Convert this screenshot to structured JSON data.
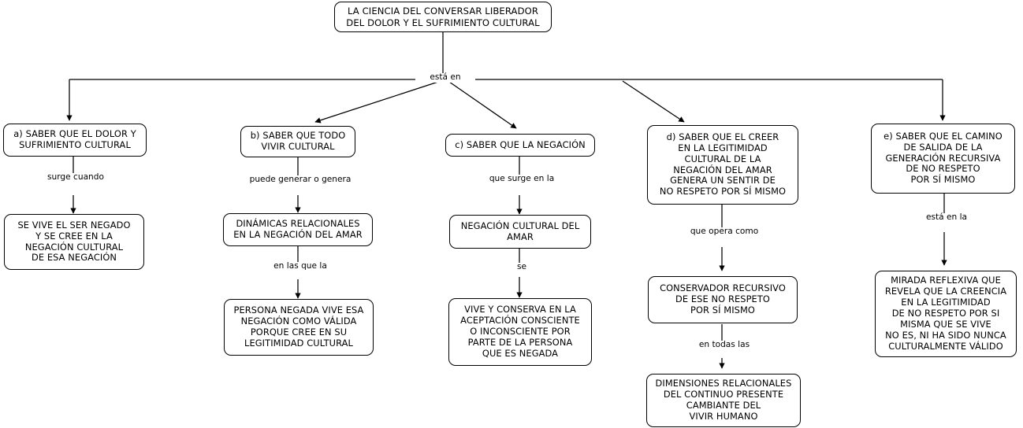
{
  "diagram": {
    "title": "LA CIENCIA DEL CONVERSAR LIBERADOR DEL DOLOR Y EL SUFRIMIENTO CULTURAL",
    "root": {
      "text": "LA CIENCIA DEL CONVERSAR LIBERADOR\nDEL DOLOR Y EL SUFRIMIENTO CULTURAL"
    },
    "root_link_label": "está en",
    "branches": [
      {
        "id": "a",
        "head": "a) SABER QUE EL DOLOR Y\nSUFRIMIENTO CULTURAL",
        "steps": [
          {
            "label": "surge cuando",
            "text": "SE VIVE EL SER NEGADO\nY SE CREE EN LA\nNEGACIÓN CULTURAL\nDE ESA NEGACIÓN"
          }
        ]
      },
      {
        "id": "b",
        "head": "b) SABER QUE TODO\nVIVIR CULTURAL",
        "steps": [
          {
            "label": "puede generar o genera",
            "text": "DINÁMICAS RELACIONALES\nEN LA NEGACIÓN DEL AMAR"
          },
          {
            "label": "en las que la",
            "text": "PERSONA NEGADA VIVE ESA\nNEGACIÓN COMO VÁLIDA\nPORQUE CREE EN SU\nLEGITIMIDAD CULTURAL"
          }
        ]
      },
      {
        "id": "c",
        "head": "c) SABER QUE LA NEGACIÓN",
        "steps": [
          {
            "label": "que surge en la",
            "text": "NEGACIÓN CULTURAL DEL\nAMAR"
          },
          {
            "label": "se",
            "text": "VIVE Y CONSERVA EN LA\nACEPTACIÓN CONSCIENTE\nO INCONSCIENTE POR\nPARTE DE LA PERSONA\nQUE ES NEGADA"
          }
        ]
      },
      {
        "id": "d",
        "head": "d) SABER QUE EL CREER\nEN LA LEGITIMIDAD\nCULTURAL DE LA\nNEGACIÓN DEL AMAR\nGENERA UN SENTIR DE\nNO RESPETO POR SÍ MISMO",
        "steps": [
          {
            "label": "que opera como",
            "text": "CONSERVADOR RECURSIVO\nDE ESE NO RESPETO\nPOR SÍ MISMO"
          },
          {
            "label": "en todas las",
            "text": "DIMENSIONES RELACIONALES\nDEL CONTINUO PRESENTE\nCAMBIANTE DEL\nVIVIR HUMANO"
          }
        ]
      },
      {
        "id": "e",
        "head": "e) SABER QUE EL CAMINO\nDE SALIDA DE LA\nGENERACIÓN RECURSIVA\nDE NO RESPETO\nPOR SÍ MISMO",
        "steps": [
          {
            "label": "está en la",
            "text": "MIRADA REFLEXIVA QUE\nREVELA QUE LA CREENCIA\nEN LA LEGITIMIDAD\nDE NO RESPETO POR SI\nMISMA QUE SE VIVE\nNO ES, NI HA SIDO NUNCA\nCULTURALMENTE VÁLIDO"
          }
        ]
      }
    ],
    "colors": {
      "line": "#000000",
      "node_border": "#000000",
      "background": "#ffffff",
      "text": "#000000"
    }
  }
}
